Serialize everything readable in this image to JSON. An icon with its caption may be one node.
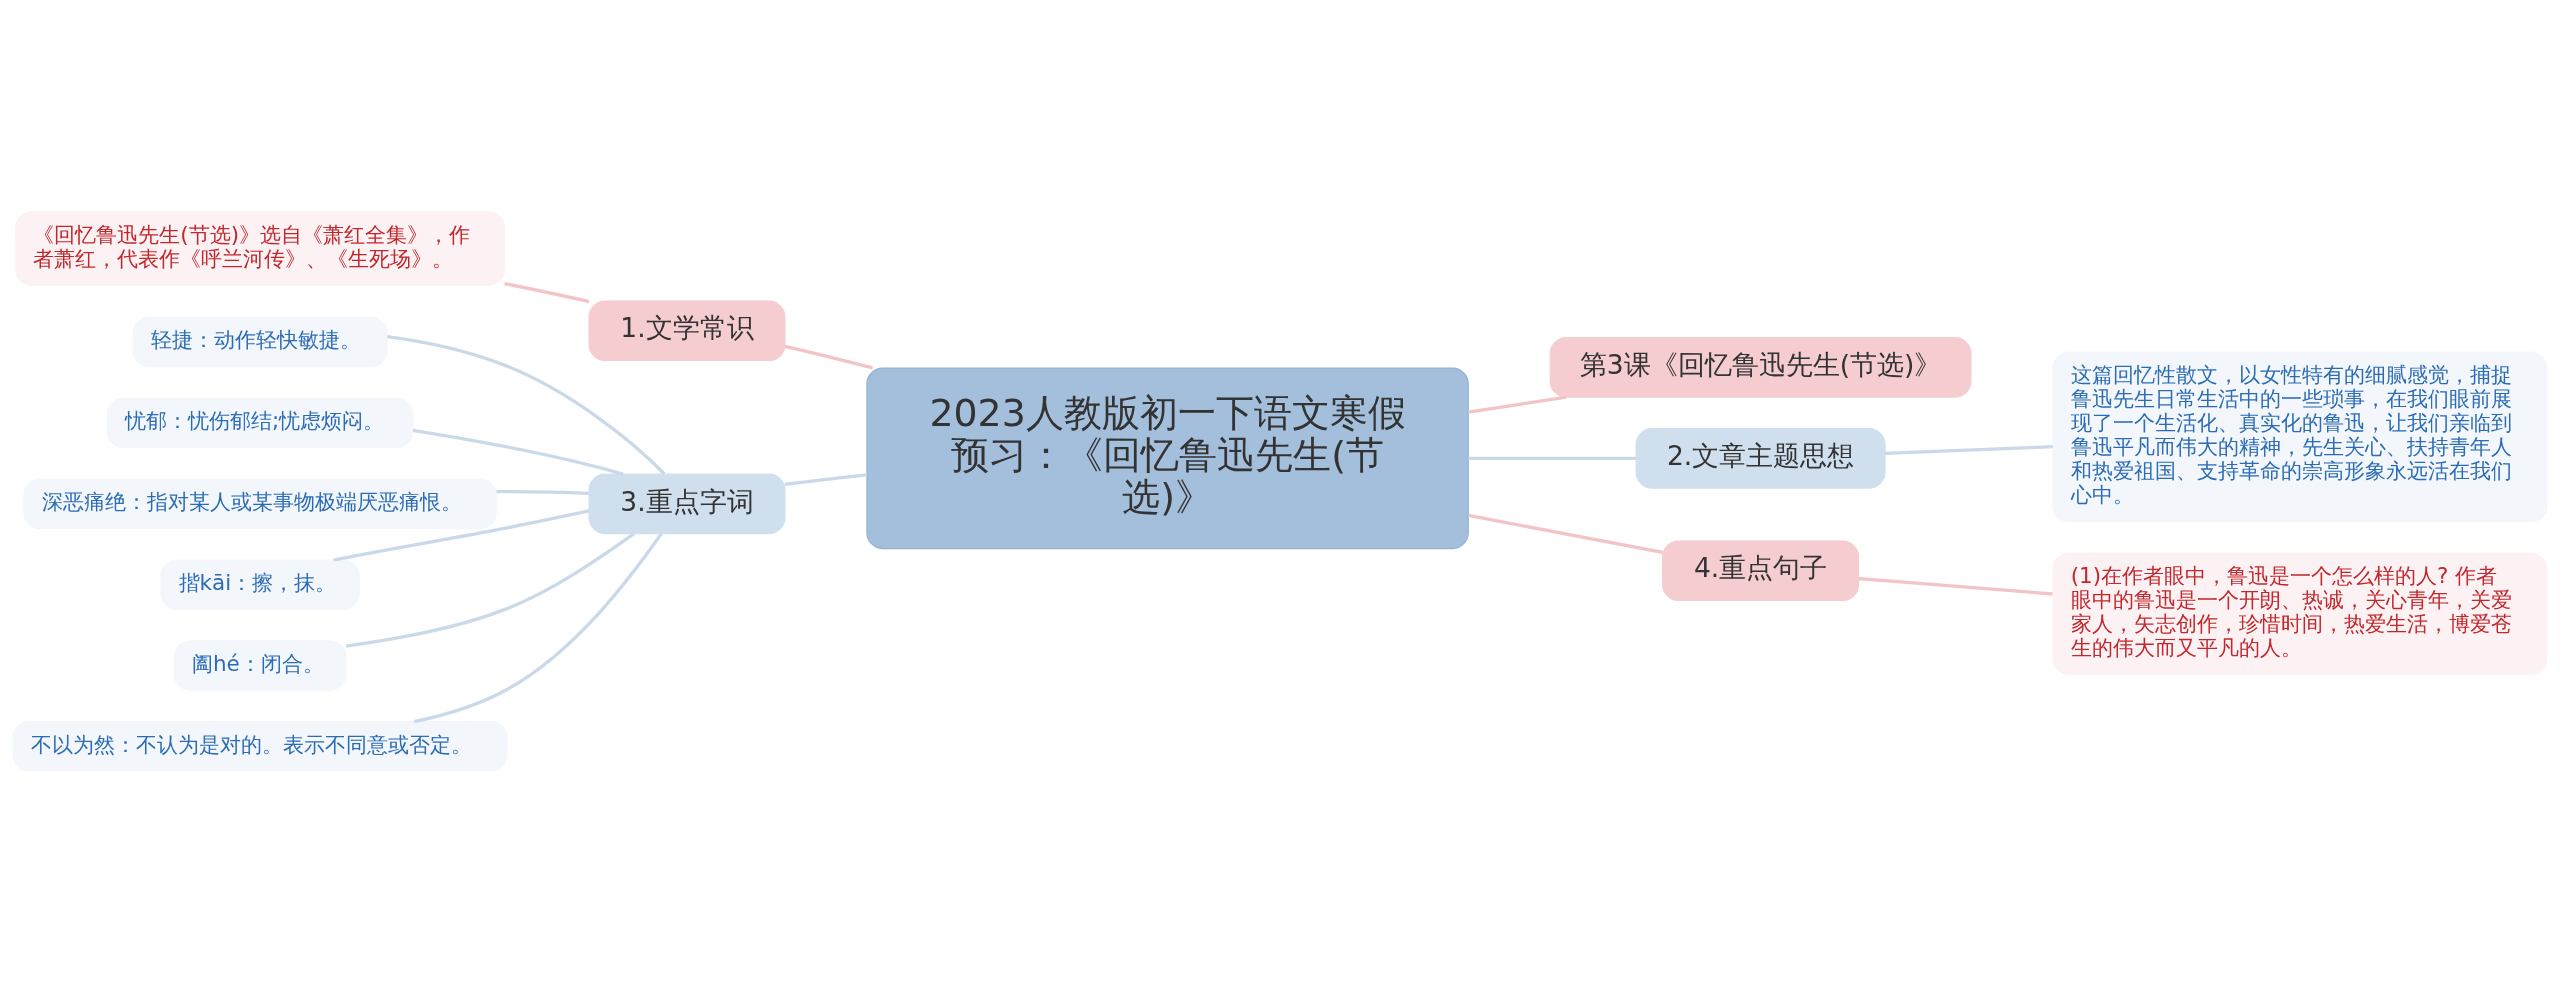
{
  "diagram": {
    "nodes": [
      {
        "text": [
          "2023人教版初一下语文寒假预习：《回忆鲁迅先生(节选)》"
        ]
      },
      {
        "text": [
          "第3课《回忆鲁迅先生(节选)》"
        ]
      },
      {
        "text": [
          "1.文学常识"
        ]
      },
      {
        "text": [
          "《回忆鲁迅先生(节选)》选自《萧红全集》，作者萧红，代表作《呼兰河传》、《生死场》。"
        ]
      },
      {
        "text": [
          "2.文章主题思想"
        ]
      },
      {
        "text": [
          "这篇回忆性散文，以女性特有的细腻感觉，捕捉鲁迅先生日常生活中的一些琐事，在我们眼前展现了一个生活化、真实化的鲁迅，让我们亲临到鲁迅平凡而伟大的精神，先生关心、扶持青年人和热爱祖国、支持革命的崇高形象永远活在我们心中。"
        ]
      },
      {
        "text": [
          "3.重点字词"
        ]
      },
      {
        "text": [
          "轻捷：动作轻快敏捷。"
        ]
      },
      {
        "text": [
          "忧郁：忧伤郁结;忧虑烦闷。"
        ]
      },
      {
        "text": [
          "深恶痛绝：指对某人或某事物极端厌恶痛恨。"
        ]
      },
      {
        "text": [
          "揩kāi：擦，抹。"
        ]
      },
      {
        "text": [
          "阖hé：闭合。"
        ]
      },
      {
        "text": [
          "不以为然：不认为是对的。表示不同意或否定。"
        ]
      },
      {
        "text": [
          "4.重点句子"
        ]
      },
      {
        "text": [
          "(1)在作者眼中，鲁迅是一个怎么样的人? 作者眼中的鲁迅是一个开朗、热诚，关心青年，关爱家人，矢志创作，珍惜时间，热爱生活，博爱苍生的伟大而又平凡的人。"
        ]
      }
    ],
    "edges": [
      {
        "from": 0,
        "to": 1,
        "arrow": "none",
        "color": "#f2c4c6"
      },
      {
        "from": 0,
        "to": 2,
        "arrow": "none",
        "color": "#f2c4c6"
      },
      {
        "from": 2,
        "to": 3,
        "arrow": "none",
        "color": "#f2c4c6"
      },
      {
        "from": 0,
        "to": 4,
        "arrow": "none"
      },
      {
        "from": 4,
        "to": 5,
        "arrow": "none"
      },
      {
        "from": 0,
        "to": 6,
        "arrow": "none"
      },
      {
        "from": 6,
        "to": 7,
        "arrow": "none"
      },
      {
        "from": 6,
        "to": 8,
        "arrow": "none"
      },
      {
        "from": 6,
        "to": 9,
        "arrow": "none"
      },
      {
        "from": 6,
        "to": 10,
        "arrow": "none"
      },
      {
        "from": 6,
        "to": 11,
        "arrow": "none"
      },
      {
        "from": 6,
        "to": 12,
        "arrow": "none"
      },
      {
        "from": 0,
        "to": 13,
        "arrow": "none",
        "color": "#f2c4c6"
      },
      {
        "from": 13,
        "to": 14,
        "arrow": "none",
        "color": "#f2c4c6"
      }
    ]
  }
}
